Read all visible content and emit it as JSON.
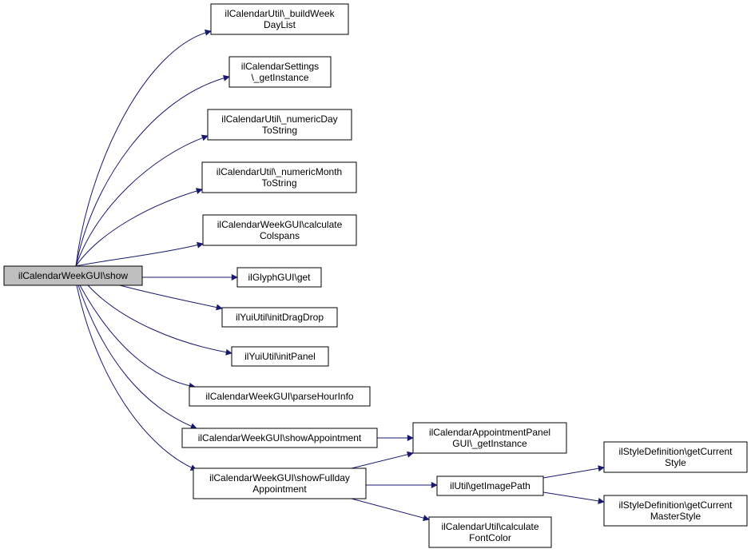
{
  "graph": {
    "edge_color": "#191970",
    "nodes": [
      {
        "id": "root",
        "lines": [
          "ilCalendarWeekGUI\\show"
        ],
        "root": true
      },
      {
        "id": "n1",
        "lines": [
          "ilCalendarUtil\\_buildWeek",
          "DayList"
        ]
      },
      {
        "id": "n2",
        "lines": [
          "ilCalendarSettings",
          "\\_getInstance"
        ]
      },
      {
        "id": "n3",
        "lines": [
          "ilCalendarUtil\\_numericDay",
          "ToString"
        ]
      },
      {
        "id": "n4",
        "lines": [
          "ilCalendarUtil\\_numericMonth",
          "ToString"
        ]
      },
      {
        "id": "n5",
        "lines": [
          "ilCalendarWeekGUI\\calculate",
          "Colspans"
        ]
      },
      {
        "id": "n6",
        "lines": [
          "ilGlyphGUI\\get"
        ]
      },
      {
        "id": "n7",
        "lines": [
          "ilYuiUtil\\initDragDrop"
        ]
      },
      {
        "id": "n8",
        "lines": [
          "ilYuiUtil\\initPanel"
        ]
      },
      {
        "id": "n9",
        "lines": [
          "ilCalendarWeekGUI\\parseHourInfo"
        ]
      },
      {
        "id": "n10",
        "lines": [
          "ilCalendarWeekGUI\\showAppointment"
        ]
      },
      {
        "id": "n11",
        "lines": [
          "ilCalendarWeekGUI\\showFullday",
          "Appointment"
        ]
      },
      {
        "id": "n12",
        "lines": [
          "ilCalendarAppointmentPanel",
          "GUI\\_getInstance"
        ]
      },
      {
        "id": "n13",
        "lines": [
          "ilUtil\\getImagePath"
        ]
      },
      {
        "id": "n14",
        "lines": [
          "ilCalendarUtil\\calculate",
          "FontColor"
        ]
      },
      {
        "id": "n15",
        "lines": [
          "ilStyleDefinition\\getCurrent",
          "Style"
        ]
      },
      {
        "id": "n16",
        "lines": [
          "ilStyleDefinition\\getCurrent",
          "MasterStyle"
        ]
      }
    ],
    "edges": [
      {
        "from": "root",
        "to": "n1"
      },
      {
        "from": "root",
        "to": "n2"
      },
      {
        "from": "root",
        "to": "n3"
      },
      {
        "from": "root",
        "to": "n4"
      },
      {
        "from": "root",
        "to": "n5"
      },
      {
        "from": "root",
        "to": "n6"
      },
      {
        "from": "root",
        "to": "n7"
      },
      {
        "from": "root",
        "to": "n8"
      },
      {
        "from": "root",
        "to": "n9"
      },
      {
        "from": "root",
        "to": "n10"
      },
      {
        "from": "root",
        "to": "n11"
      },
      {
        "from": "n10",
        "to": "n12"
      },
      {
        "from": "n11",
        "to": "n12"
      },
      {
        "from": "n11",
        "to": "n13"
      },
      {
        "from": "n11",
        "to": "n14"
      },
      {
        "from": "n13",
        "to": "n15"
      },
      {
        "from": "n13",
        "to": "n16"
      }
    ]
  }
}
